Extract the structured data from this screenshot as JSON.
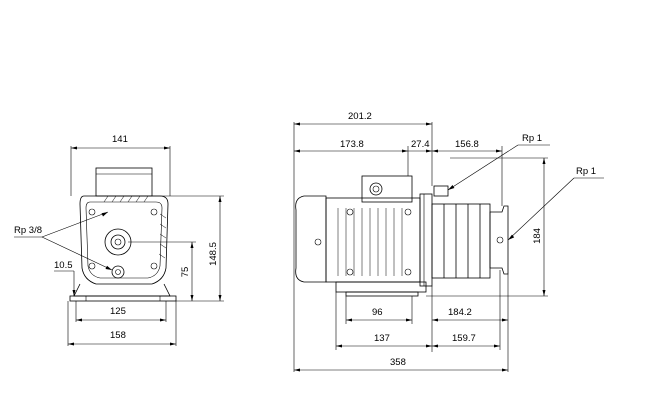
{
  "front_view": {
    "width_top": "141",
    "width_bottom": "158",
    "width_feet": "125",
    "height_total": "148.5",
    "height_shaft": "75",
    "foot_thickness": "10.5",
    "inlet_thread": "Rp 3/8"
  },
  "side_view": {
    "total_top": "201.2",
    "motor_length": "173.8",
    "connector": "27.4",
    "pump_length": "156.8",
    "outlet_thread": "Rp 1",
    "inlet_thread": "Rp 1",
    "height": "184",
    "foot_left": "96",
    "foot_right": "184.2",
    "base_left": "137",
    "base_right": "159.7",
    "total_length": "358"
  }
}
